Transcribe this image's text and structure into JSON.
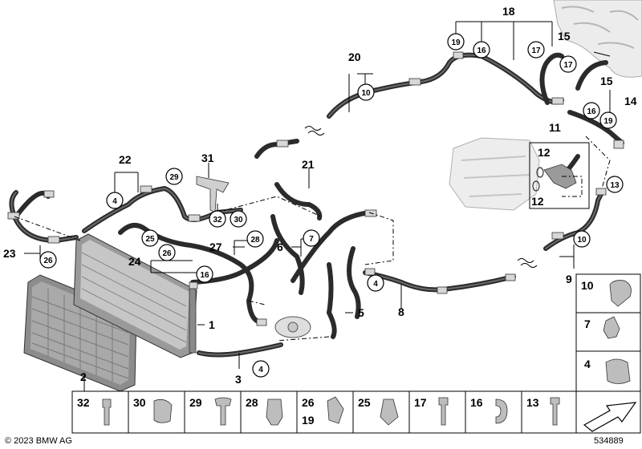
{
  "labels": {
    "l1": "1",
    "l2": "2",
    "l3": "3",
    "l5": "5",
    "l6": "6",
    "l8": "8",
    "l9": "9",
    "l11": "11",
    "l12a": "12",
    "l12b": "12",
    "l14": "14",
    "l15a": "15",
    "l15b": "15",
    "l18": "18",
    "l20": "20",
    "l21": "21",
    "l22": "22",
    "l23": "23",
    "l24": "24",
    "l27": "27",
    "l31": "31"
  },
  "callouts": {
    "c4a": "4",
    "c4b": "4",
    "c4c": "4",
    "c7": "7",
    "c10a": "10",
    "c10b": "10",
    "c13": "13",
    "c16a": "16",
    "c16b": "16",
    "c16c": "16",
    "c17a": "17",
    "c17b": "17",
    "c19a": "19",
    "c19b": "19",
    "c25": "25",
    "c26a": "26",
    "c26b": "26",
    "c28": "28",
    "c29": "29",
    "c30": "30",
    "c32": "32"
  },
  "legend_side": [
    "10",
    "7",
    "4"
  ],
  "legend_bottom": [
    "32",
    "30",
    "29",
    "28",
    "26",
    "19",
    "25",
    "17",
    "16",
    "13"
  ],
  "footer": {
    "copyright": "© 2023 BMW AG",
    "drawing_number": "534889"
  }
}
